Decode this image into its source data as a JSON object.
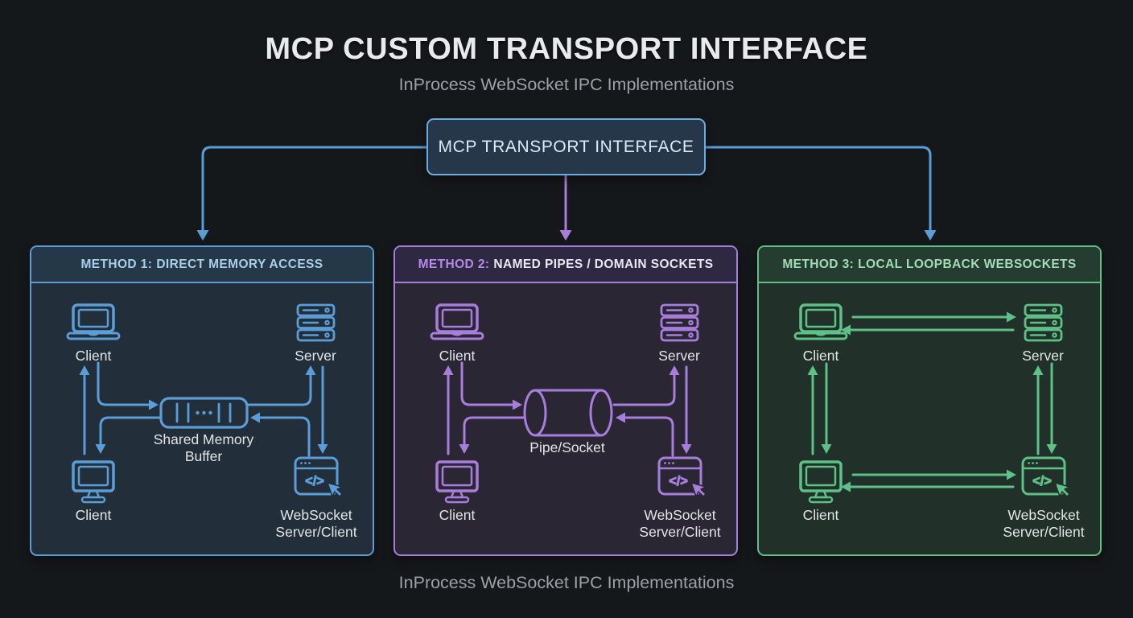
{
  "header": {
    "title": "MCP CUSTOM TRANSPORT INTERFACE",
    "subtitle": "InProcess WebSocket IPC Implementations"
  },
  "interface_box": {
    "label": "MCP TRANSPORT INTERFACE"
  },
  "footer": {
    "caption": "InProcess WebSocket IPC Implementations"
  },
  "colors": {
    "background": "#15181a",
    "blue_accent": "#5b9dd6",
    "purple_accent": "#a87edc",
    "green_accent": "#5dc188",
    "title_text": "#e8ebee",
    "subtitle_text": "#9aa1a9",
    "node_label_text": "#e3e6e9"
  },
  "icons": {
    "code_glyph": "</>"
  },
  "methods": [
    {
      "title_prefix": "METHOD 1:",
      "title_rest": "DIRECT MEMORY ACCESS",
      "nodes": {
        "top_left": "Client",
        "top_right": "Server",
        "center": "Shared Memory\nBuffer",
        "bottom_left": "Client",
        "bottom_right": "WebSocket\nServer/Client"
      }
    },
    {
      "title_prefix": "METHOD 2:",
      "title_rest": "NAMED PIPES / DOMAIN SOCKETS",
      "nodes": {
        "top_left": "Client",
        "top_right": "Server",
        "center": "Pipe/Socket",
        "bottom_left": "Client",
        "bottom_right": "WebSocket\nServer/Client"
      }
    },
    {
      "title_prefix": "METHOD 3:",
      "title_rest": "LOCAL LOOPBACK WEBSOCKETS",
      "nodes": {
        "top_left": "Client",
        "top_right": "Server",
        "bottom_left": "Client",
        "bottom_right": "WebSocket\nServer/Client"
      }
    }
  ]
}
